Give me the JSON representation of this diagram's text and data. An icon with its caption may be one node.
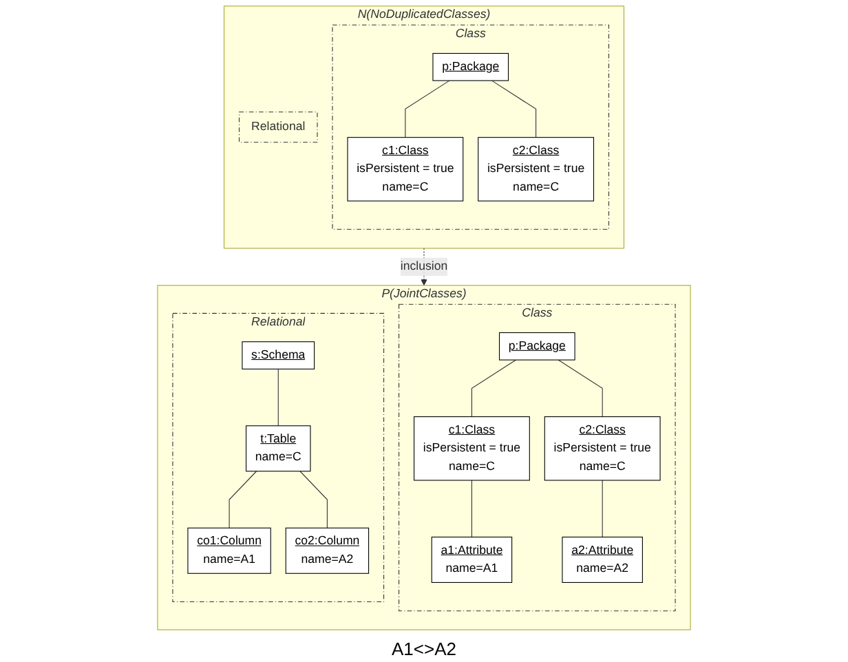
{
  "diagram": {
    "nodes": [
      {
        "text": [
          "N(NoDuplicatedClasses)"
        ]
      },
      {
        "text": [
          "Class"
        ],
        "in": 0
      },
      {
        "text": [
          "p:Package"
        ],
        "in": 1
      },
      {
        "text": [
          "c1:Class",
          "isPersistent = true",
          "name=C"
        ],
        "in": 1
      },
      {
        "text": [
          "c2:Class",
          "isPersistent = true",
          "name=C"
        ],
        "in": 1
      },
      {
        "text": [
          "Relational"
        ],
        "in": 0
      },
      {
        "text": [
          "P(JointClasses)"
        ]
      },
      {
        "text": [
          "Class"
        ],
        "in": 6
      },
      {
        "text": [
          "p:Package"
        ],
        "in": 7
      },
      {
        "text": [
          "c1:Class",
          "isPersistent = true",
          "name=C"
        ],
        "in": 7
      },
      {
        "text": [
          "c2:Class",
          "isPersistent = true",
          "name=C"
        ],
        "in": 7
      },
      {
        "text": [
          "a1:Attribute",
          "name=A1"
        ],
        "in": 7
      },
      {
        "text": [
          "a2:Attribute",
          "name=A2"
        ],
        "in": 7
      },
      {
        "text": [
          "Relational"
        ],
        "in": 6
      },
      {
        "text": [
          "s:Schema"
        ],
        "in": 13
      },
      {
        "text": [
          "t:Table",
          "name=C"
        ],
        "in": 13
      },
      {
        "text": [
          "co1:Column",
          "name=A1"
        ],
        "in": 13
      },
      {
        "text": [
          "co2:Column",
          "name=A2"
        ],
        "in": 13
      }
    ],
    "edges": [
      {
        "from": 2,
        "to": 3,
        "arrow": "none"
      },
      {
        "from": 2,
        "to": 4,
        "arrow": "none"
      },
      {
        "from": 0,
        "to": 6,
        "arrow": "to",
        "label": "inclusion",
        "style": "dashed"
      },
      {
        "from": 8,
        "to": 9,
        "arrow": "none"
      },
      {
        "from": 8,
        "to": 10,
        "arrow": "none"
      },
      {
        "from": 9,
        "to": 11,
        "arrow": "none"
      },
      {
        "from": 10,
        "to": 12,
        "arrow": "none"
      },
      {
        "from": 14,
        "to": 15,
        "arrow": "none"
      },
      {
        "from": 15,
        "to": 16,
        "arrow": "none"
      },
      {
        "from": 15,
        "to": 17,
        "arrow": "none"
      }
    ],
    "labels": [
      "A1<>A2"
    ]
  }
}
